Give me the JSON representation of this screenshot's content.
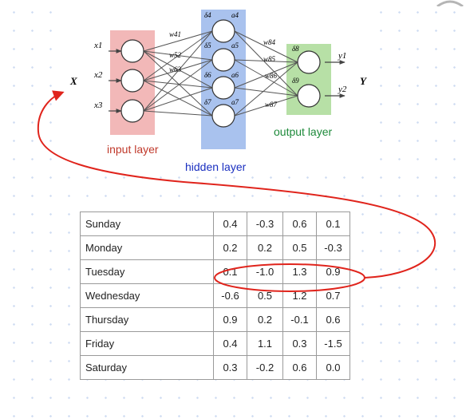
{
  "diagram": {
    "inputs": [
      "x1",
      "x2",
      "x3"
    ],
    "input_vector_label": "X",
    "output_vector_label": "Y",
    "outputs": [
      "y1",
      "y2"
    ],
    "hidden_nodes": [
      {
        "delta": "δ4",
        "activation": "a4"
      },
      {
        "delta": "δ5",
        "activation": "a5"
      },
      {
        "delta": "δ6",
        "activation": "a6"
      },
      {
        "delta": "δ7",
        "activation": "a7"
      }
    ],
    "output_deltas": [
      "δ8",
      "δ9"
    ],
    "weights_in": [
      "w41",
      "w52",
      "w63"
    ],
    "weights_out": [
      "w84",
      "w85",
      "w86",
      "w87"
    ],
    "layer_labels": {
      "input": "input layer",
      "hidden": "hidden layer",
      "output": "output layer"
    },
    "colors": {
      "input_layer": "#f2b8b8",
      "hidden_layer": "#a9c2ee",
      "output_layer": "#b7e0a6",
      "highlight": "#e0241c"
    }
  },
  "table": {
    "rows": [
      {
        "day": "Sunday",
        "values": [
          "0.4",
          "-0.3",
          "0.6",
          "0.1"
        ]
      },
      {
        "day": "Monday",
        "values": [
          "0.2",
          "0.2",
          "0.5",
          "-0.3"
        ]
      },
      {
        "day": "Tuesday",
        "values": [
          "0.1",
          "-1.0",
          "1.3",
          "0.9"
        ]
      },
      {
        "day": "Wednesday",
        "values": [
          "-0.6",
          "0.5",
          "1.2",
          "0.7"
        ]
      },
      {
        "day": "Thursday",
        "values": [
          "0.9",
          "0.2",
          "-0.1",
          "0.6"
        ]
      },
      {
        "day": "Friday",
        "values": [
          "0.4",
          "1.1",
          "0.3",
          "-1.5"
        ]
      },
      {
        "day": "Saturday",
        "values": [
          "0.3",
          "-0.2",
          "0.6",
          "0.0"
        ]
      }
    ],
    "highlighted_row": "Tuesday"
  }
}
